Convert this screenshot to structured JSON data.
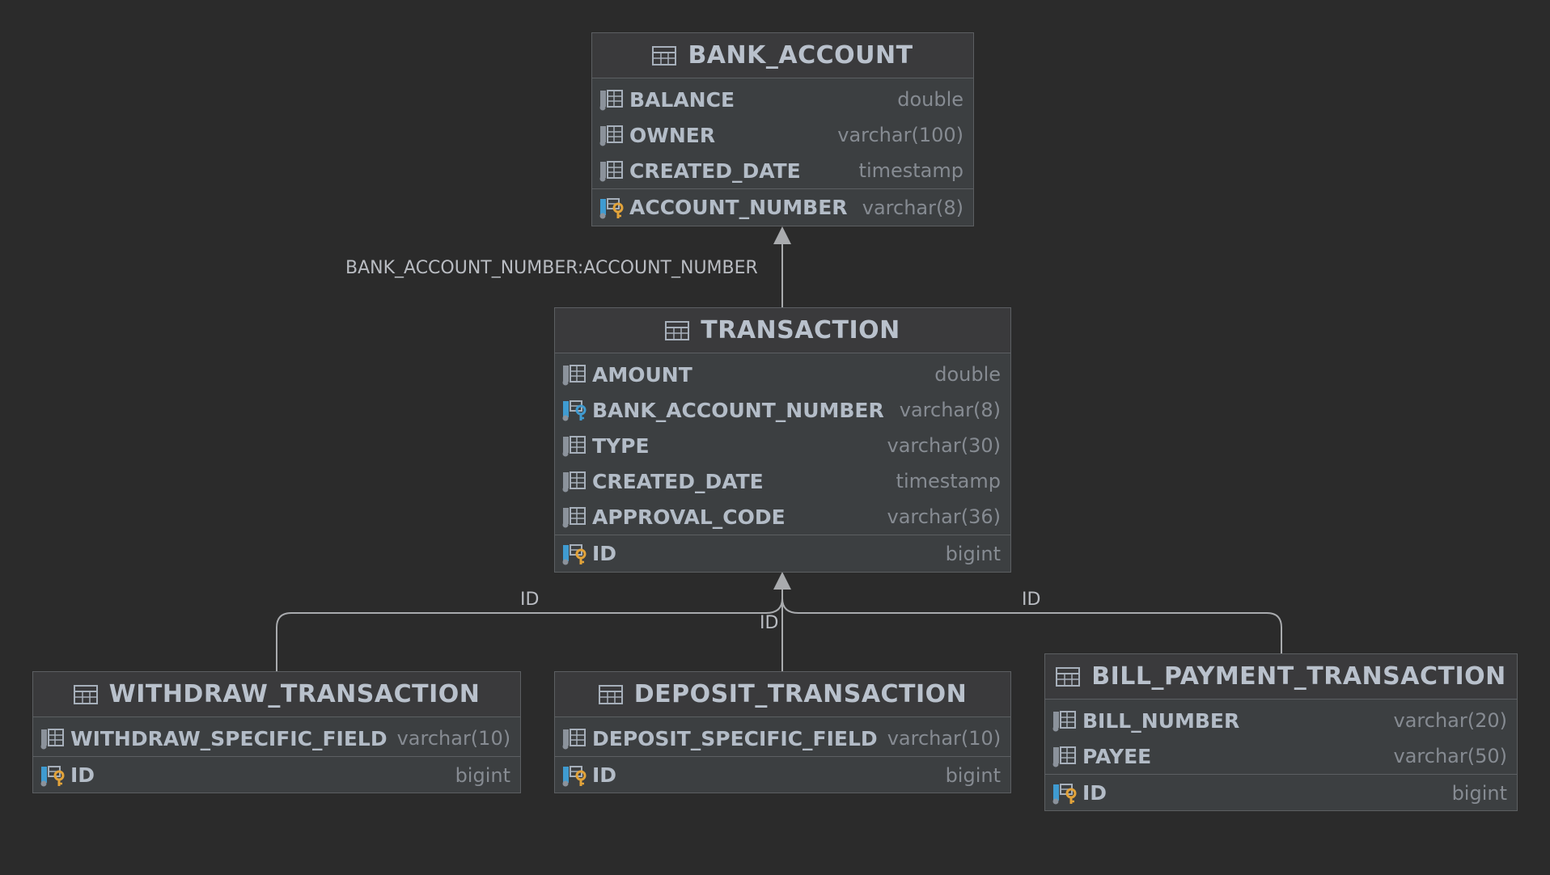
{
  "diagram": {
    "entities": {
      "bank_account": {
        "title": "BANK_ACCOUNT",
        "columns": [
          {
            "name": "BALANCE",
            "type": "double",
            "icon": "column-icon"
          },
          {
            "name": "OWNER",
            "type": "varchar(100)",
            "icon": "column-icon"
          },
          {
            "name": "CREATED_DATE",
            "type": "timestamp",
            "icon": "column-icon"
          }
        ],
        "pk": {
          "name": "ACCOUNT_NUMBER",
          "type": "varchar(8)",
          "icon": "primary-key-icon"
        }
      },
      "transaction": {
        "title": "TRANSACTION",
        "columns": [
          {
            "name": "AMOUNT",
            "type": "double",
            "icon": "column-icon"
          },
          {
            "name": "BANK_ACCOUNT_NUMBER",
            "type": "varchar(8)",
            "icon": "foreign-key-icon"
          },
          {
            "name": "TYPE",
            "type": "varchar(30)",
            "icon": "column-icon"
          },
          {
            "name": "CREATED_DATE",
            "type": "timestamp",
            "icon": "column-icon"
          },
          {
            "name": "APPROVAL_CODE",
            "type": "varchar(36)",
            "icon": "column-icon"
          }
        ],
        "pk": {
          "name": "ID",
          "type": "bigint",
          "icon": "primary-key-icon"
        }
      },
      "withdraw_transaction": {
        "title": "WITHDRAW_TRANSACTION",
        "columns": [
          {
            "name": "WITHDRAW_SPECIFIC_FIELD",
            "type": "varchar(10)",
            "icon": "column-icon"
          }
        ],
        "pk": {
          "name": "ID",
          "type": "bigint",
          "icon": "primary-foreign-key-icon"
        }
      },
      "deposit_transaction": {
        "title": "DEPOSIT_TRANSACTION",
        "columns": [
          {
            "name": "DEPOSIT_SPECIFIC_FIELD",
            "type": "varchar(10)",
            "icon": "column-icon"
          }
        ],
        "pk": {
          "name": "ID",
          "type": "bigint",
          "icon": "primary-foreign-key-icon"
        }
      },
      "bill_payment_transaction": {
        "title": "BILL_PAYMENT_TRANSACTION",
        "columns": [
          {
            "name": "BILL_NUMBER",
            "type": "varchar(20)",
            "icon": "column-icon"
          },
          {
            "name": "PAYEE",
            "type": "varchar(50)",
            "icon": "column-icon"
          }
        ],
        "pk": {
          "name": "ID",
          "type": "bigint",
          "icon": "primary-foreign-key-icon"
        }
      }
    },
    "relations": {
      "transaction_to_bank_account": "BANK_ACCOUNT_NUMBER:ACCOUNT_NUMBER",
      "withdraw_to_transaction": "ID",
      "deposit_to_transaction": "ID",
      "bill_payment_to_transaction": "ID"
    },
    "colors": {
      "background": "#2b2b2b",
      "table_body": "#3c3f41",
      "border": "#5c5f62",
      "title_text": "#b9c1cc",
      "column_text": "#b3bcc7",
      "type_text": "#868b92",
      "edge": "#a9abae",
      "key_blue": "#3f9bd1",
      "key_gold": "#e2a33a"
    }
  }
}
